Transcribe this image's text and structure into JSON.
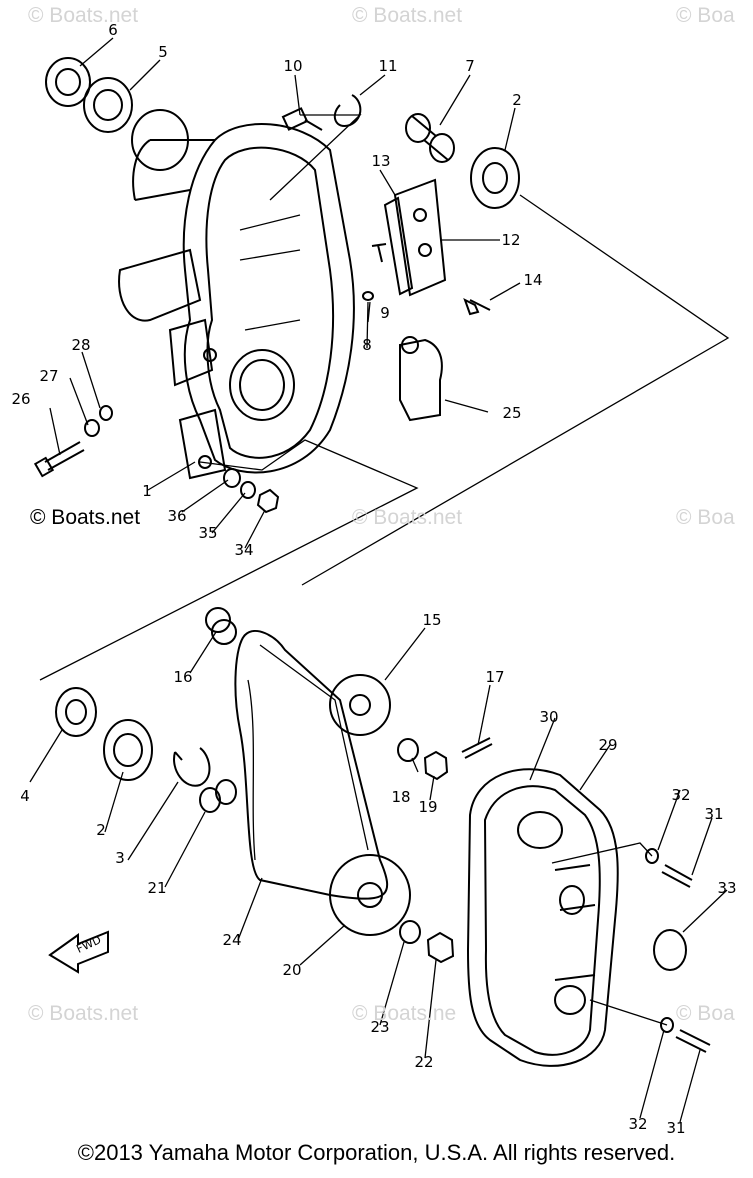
{
  "watermarks": {
    "w1": "© Boats.net",
    "w2": "© Boats.net",
    "w3": "© Boa",
    "w4": "© Boats.net",
    "w5": "© Boats.net",
    "w6": "© Boa",
    "w7": "© Boats.net",
    "w8": "© Boats.ne",
    "w9": "© Boa"
  },
  "fwd_label": "FWD",
  "copyright": "©2013 Yamaha Motor Corporation, U.S.A. All rights reserved.",
  "callouts": {
    "c1": "1",
    "c2a": "2",
    "c2b": "2",
    "c3": "3",
    "c4": "4",
    "c5": "5",
    "c6": "6",
    "c7": "7",
    "c8": "8",
    "c9": "9",
    "c10": "10",
    "c11": "11",
    "c12": "12",
    "c13": "13",
    "c14": "14",
    "c15": "15",
    "c16": "16",
    "c17": "17",
    "c18": "18",
    "c19": "19",
    "c20": "20",
    "c21": "21",
    "c22": "22",
    "c23": "23",
    "c24": "24",
    "c25": "25",
    "c26": "26",
    "c27": "27",
    "c28": "28",
    "c29": "29",
    "c30": "30",
    "c31a": "31",
    "c31b": "31",
    "c32a": "32",
    "c32b": "32",
    "c33": "33",
    "c34": "34",
    "c35": "35",
    "c36": "36"
  }
}
